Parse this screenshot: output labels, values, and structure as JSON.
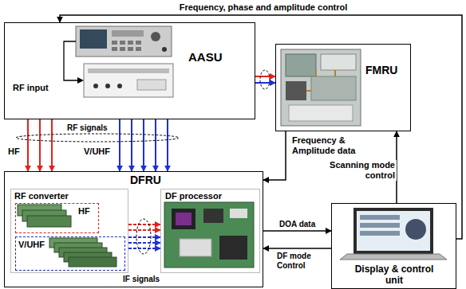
{
  "diagram": {
    "nodes": [
      {
        "text": [
          "AASU"
        ]
      },
      {
        "text": [
          "FMRU"
        ]
      },
      {
        "text": [
          "DFRU"
        ]
      },
      {
        "text": [
          "RF converter"
        ],
        "in": 2
      },
      {
        "text": [
          "HF"
        ],
        "in": 3
      },
      {
        "text": [
          "V/UHF"
        ],
        "in": 3
      },
      {
        "text": [
          "DF processor"
        ],
        "in": 2
      },
      {
        "text": [
          "Display & control unit"
        ]
      }
    ],
    "edges": [
      {
        "from": 7,
        "to": 0,
        "label": "Frequency, phase and amplitude control",
        "arrow": "to"
      },
      {
        "from": 0,
        "to": 1,
        "arrow": "to"
      },
      {
        "from": 1,
        "to": 2,
        "label": "Frequency & Amplitude data",
        "arrow": "to"
      },
      {
        "from": 7,
        "to": 1,
        "label": "Scanning mode control",
        "arrow": "to"
      },
      {
        "from": 2,
        "to": 7,
        "label": "DOA data",
        "arrow": "to"
      },
      {
        "from": 7,
        "to": 2,
        "label": "DF mode Control",
        "arrow": "to"
      },
      {
        "from": 0,
        "to": 2,
        "label": "HF",
        "arrow": "to"
      },
      {
        "from": 0,
        "to": 2,
        "label": "V/UHF",
        "arrow": "to"
      },
      {
        "from": 3,
        "to": 6,
        "label": "IF signals",
        "arrow": "to"
      }
    ],
    "labels": [
      "RF input",
      "RF signals"
    ]
  }
}
